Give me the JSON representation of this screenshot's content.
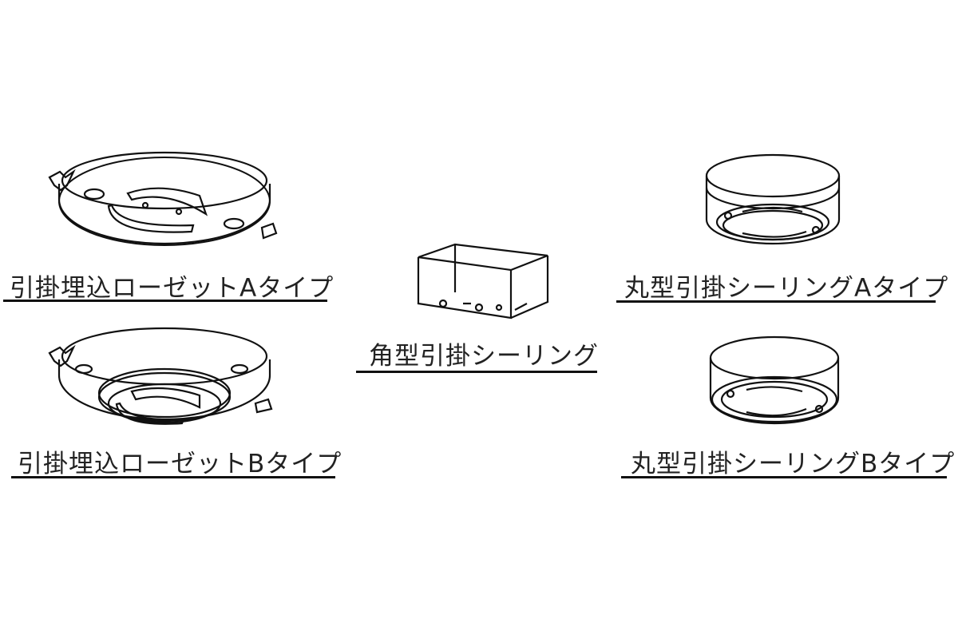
{
  "labels": {
    "rosette_a": "引掛埋込ローゼットAタイプ",
    "rosette_b": "引掛埋込ローゼットBタイプ",
    "square": "角型引掛シーリング",
    "round_a": "丸型引掛シーリングAタイプ",
    "round_b": "丸型引掛シーリングBタイプ"
  }
}
